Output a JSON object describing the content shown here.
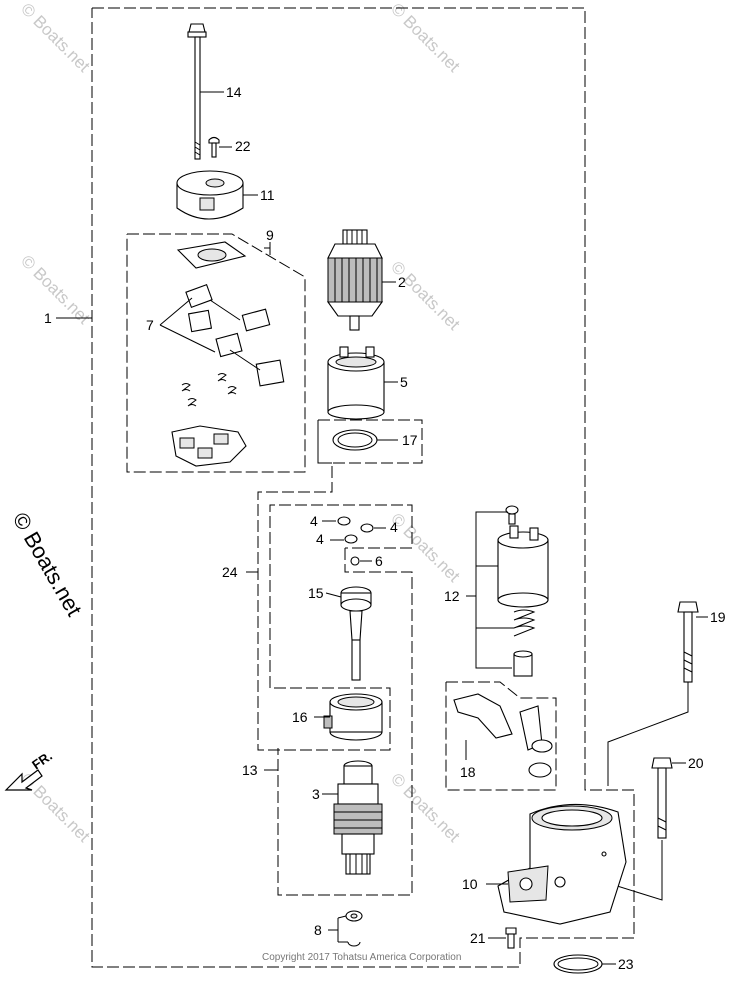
{
  "callouts": {
    "p1": "1",
    "p2": "2",
    "p3": "3",
    "p4a": "4",
    "p4b": "4",
    "p4c": "4",
    "p5": "5",
    "p6": "6",
    "p7": "7",
    "p8": "8",
    "p9": "9",
    "p10": "10",
    "p11": "11",
    "p12": "12",
    "p13": "13",
    "p14": "14",
    "p15": "15",
    "p16": "16",
    "p17": "17",
    "p18": "18",
    "p19": "19",
    "p20": "20",
    "p21": "21",
    "p22": "22",
    "p23": "23",
    "p24": "24"
  },
  "watermark": "© Boats.net",
  "direction_label": "FR.",
  "copyright": "Copyright 2017 Tohatsu America Corporation",
  "icons": {
    "direction": "front-arrow-icon"
  }
}
